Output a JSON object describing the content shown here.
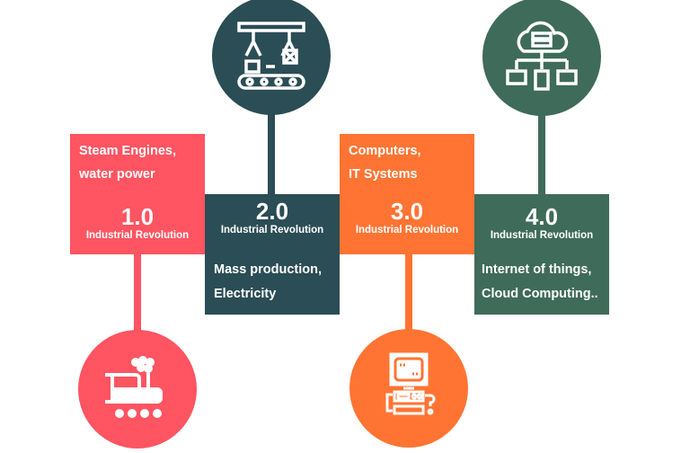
{
  "colors": {
    "red": "#ff5461",
    "teal": "#2b4d55",
    "orange": "#ff7433",
    "green": "#3f6b5a"
  },
  "stages": [
    {
      "number": "1.0",
      "label": "Industrial Revolution",
      "description": [
        "Steam Engines,",
        "water power"
      ],
      "icon": "steam-train-icon"
    },
    {
      "number": "2.0",
      "label": "Industrial Revolution",
      "description": [
        "Mass production,",
        "Electricity"
      ],
      "icon": "assembly-line-icon"
    },
    {
      "number": "3.0",
      "label": "Industrial Revolution",
      "description": [
        "Computers,",
        "IT Systems"
      ],
      "icon": "computer-icon"
    },
    {
      "number": "4.0",
      "label": "Industrial Revolution",
      "description": [
        "Internet of things,",
        "Cloud Computing.."
      ],
      "icon": "cloud-network-icon"
    }
  ]
}
